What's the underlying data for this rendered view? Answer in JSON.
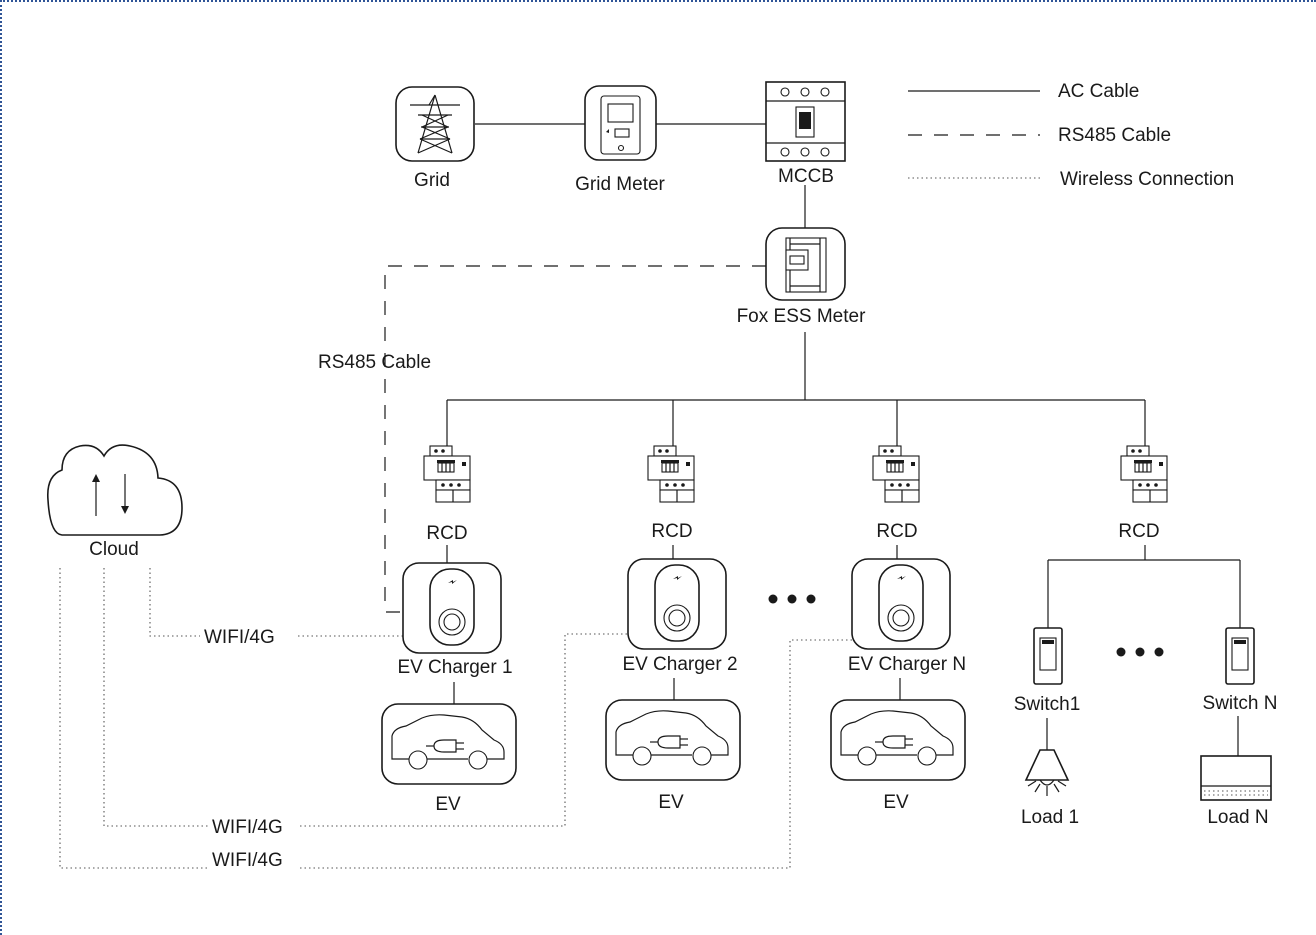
{
  "nodes": {
    "grid": "Grid",
    "grid_meter": "Grid Meter",
    "mccb": "MCCB",
    "fox_ess_meter": "Fox ESS Meter",
    "cloud": "Cloud",
    "rcd_1": "RCD",
    "rcd_2": "RCD",
    "rcd_3": "RCD",
    "rcd_4": "RCD",
    "ev_charger_1": "EV Charger 1",
    "ev_charger_2": "EV Charger 2",
    "ev_charger_n": "EV Charger N",
    "ev_1": "EV",
    "ev_2": "EV",
    "ev_3": "EV",
    "switch_1": "Switch1",
    "switch_n": "Switch N",
    "load_1": "Load 1",
    "load_n": "Load N"
  },
  "edge_labels": {
    "rs485": "RS485 Cable",
    "wifi_1": "WIFI/4G",
    "wifi_2": "WIFI/4G",
    "wifi_3": "WIFI/4G"
  },
  "legend": {
    "ac_cable": "AC Cable",
    "rs485_cable": "RS485 Cable",
    "wireless_connection": "Wireless Connection"
  }
}
